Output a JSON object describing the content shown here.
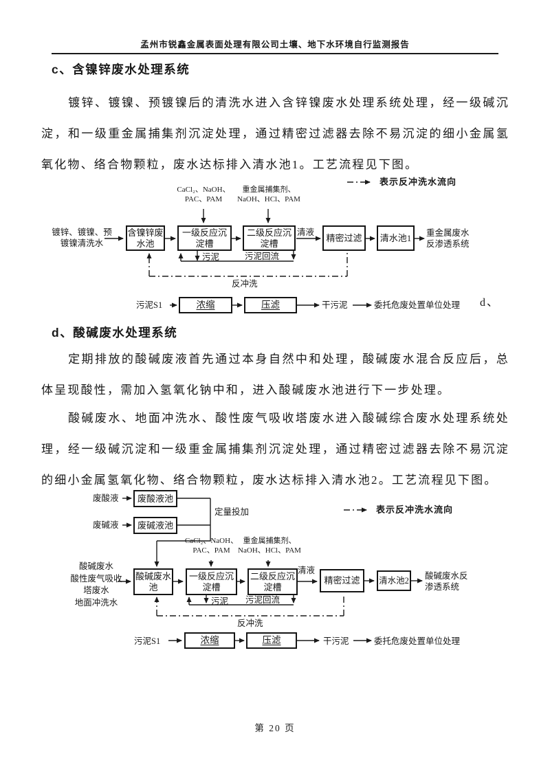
{
  "ink_color": "#1a1a1a",
  "header": {
    "title": "孟州市锐鑫金属表面处理有限公司土壤、地下水环境自行监测报告"
  },
  "section_c": {
    "heading": "c、含镍锌废水处理系统",
    "paragraph": "镀锌、镀镍、预镀镍后的清洗水进入含锌镍废水处理系统处理，经一级碱沉淀，和一级重金属捕集剂沉淀处理，通过精密过滤器去除不易沉淀的细小金属氢氧化物、络合物颗粒，废水达标排入清水池1。工艺流程见下图。"
  },
  "section_d": {
    "heading": "d、酸碱废水处理系统",
    "heading_prefix_wrapped": "d、",
    "paragraph1": "定期排放的酸碱废液首先通过本身自然中和处理，酸碱废水混合反应后，总体呈现酸性，需加入氢氧化钠中和，进入酸碱废水池进行下一步处理。",
    "paragraph2": "酸碱废水、地面冲洗水、酸性废气吸收塔废水进入酸碱综合废水处理系统处理，经一级碱沉淀和一级重金属捕集剂沉淀处理，通过精密过滤器去除不易沉淀的细小金属氢氧化物、络合物颗粒，废水达标排入清水池2。工艺流程见下图。"
  },
  "chart1": {
    "legend": "表示反冲洗水流向",
    "chem1": "CaCl₂、NaOH、\nPAC、PAM",
    "chem2": "重金属捕集剂、\nNaOH、HCl、PAM",
    "input": "镀锌、镀镍、预\n镀镍清洗水",
    "boxes": {
      "pool": "含镍锌废\n水池",
      "react1": "一级反应沉\n淀槽",
      "react2": "二级反应沉\n淀槽",
      "filter": "精密过滤",
      "clean": "清水池1"
    },
    "labels": {
      "clear_liquid": "清液",
      "output": "重金属废水\n反渗透系统",
      "sludge": "污泥",
      "sludge_return": "污泥回流",
      "backwash": "反冲洗"
    },
    "sludge_row": {
      "source": "污泥S1",
      "thicken": "浓缩",
      "press": "压滤",
      "dry": "干污泥",
      "dispose": "委托危废处置单位处理"
    }
  },
  "chart2": {
    "legend": "表示反冲洗水流向",
    "acid_in": "废酸液",
    "acid_box": "废酸液池",
    "alkali_in": "废碱液",
    "alkali_box": "废碱液池",
    "dosing": "定量投加",
    "chem1": "CaCl₂、NaOH、\nPAC、PAM",
    "chem2": "重金属捕集剂、\nNaOH、HCl、PAM",
    "input": "酸碱废水\n酸性废气吸收\n塔废水\n地面冲洗水",
    "boxes": {
      "pool": "酸碱废水\n池",
      "react1": "一级反应沉\n淀槽",
      "react2": "二级反应沉\n淀槽",
      "filter": "精密过滤",
      "clean": "清水池2"
    },
    "labels": {
      "clear_liquid": "清液",
      "output": "酸碱废水反\n渗透系统",
      "sludge": "污泥",
      "sludge_return": "污泥回流",
      "backwash": "反冲洗"
    },
    "sludge_row": {
      "source": "污泥S1",
      "thicken": "浓缩",
      "press": "压滤",
      "dry": "干污泥",
      "dispose": "委托危废处置单位处理"
    }
  },
  "footer": {
    "page": "第 20 页"
  }
}
